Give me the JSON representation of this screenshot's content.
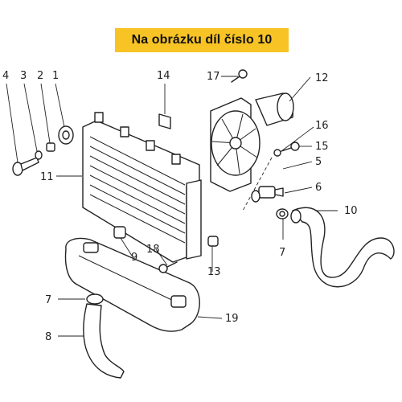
{
  "banner": {
    "text": "Na obrázku díl číslo 10",
    "color": "#f7c325"
  },
  "callouts": [
    "4",
    "3",
    "2",
    "1",
    "14",
    "17",
    "12",
    "16",
    "15",
    "5",
    "6",
    "10",
    "11",
    "9",
    "18",
    "13",
    "7",
    "7",
    "8",
    "19"
  ]
}
